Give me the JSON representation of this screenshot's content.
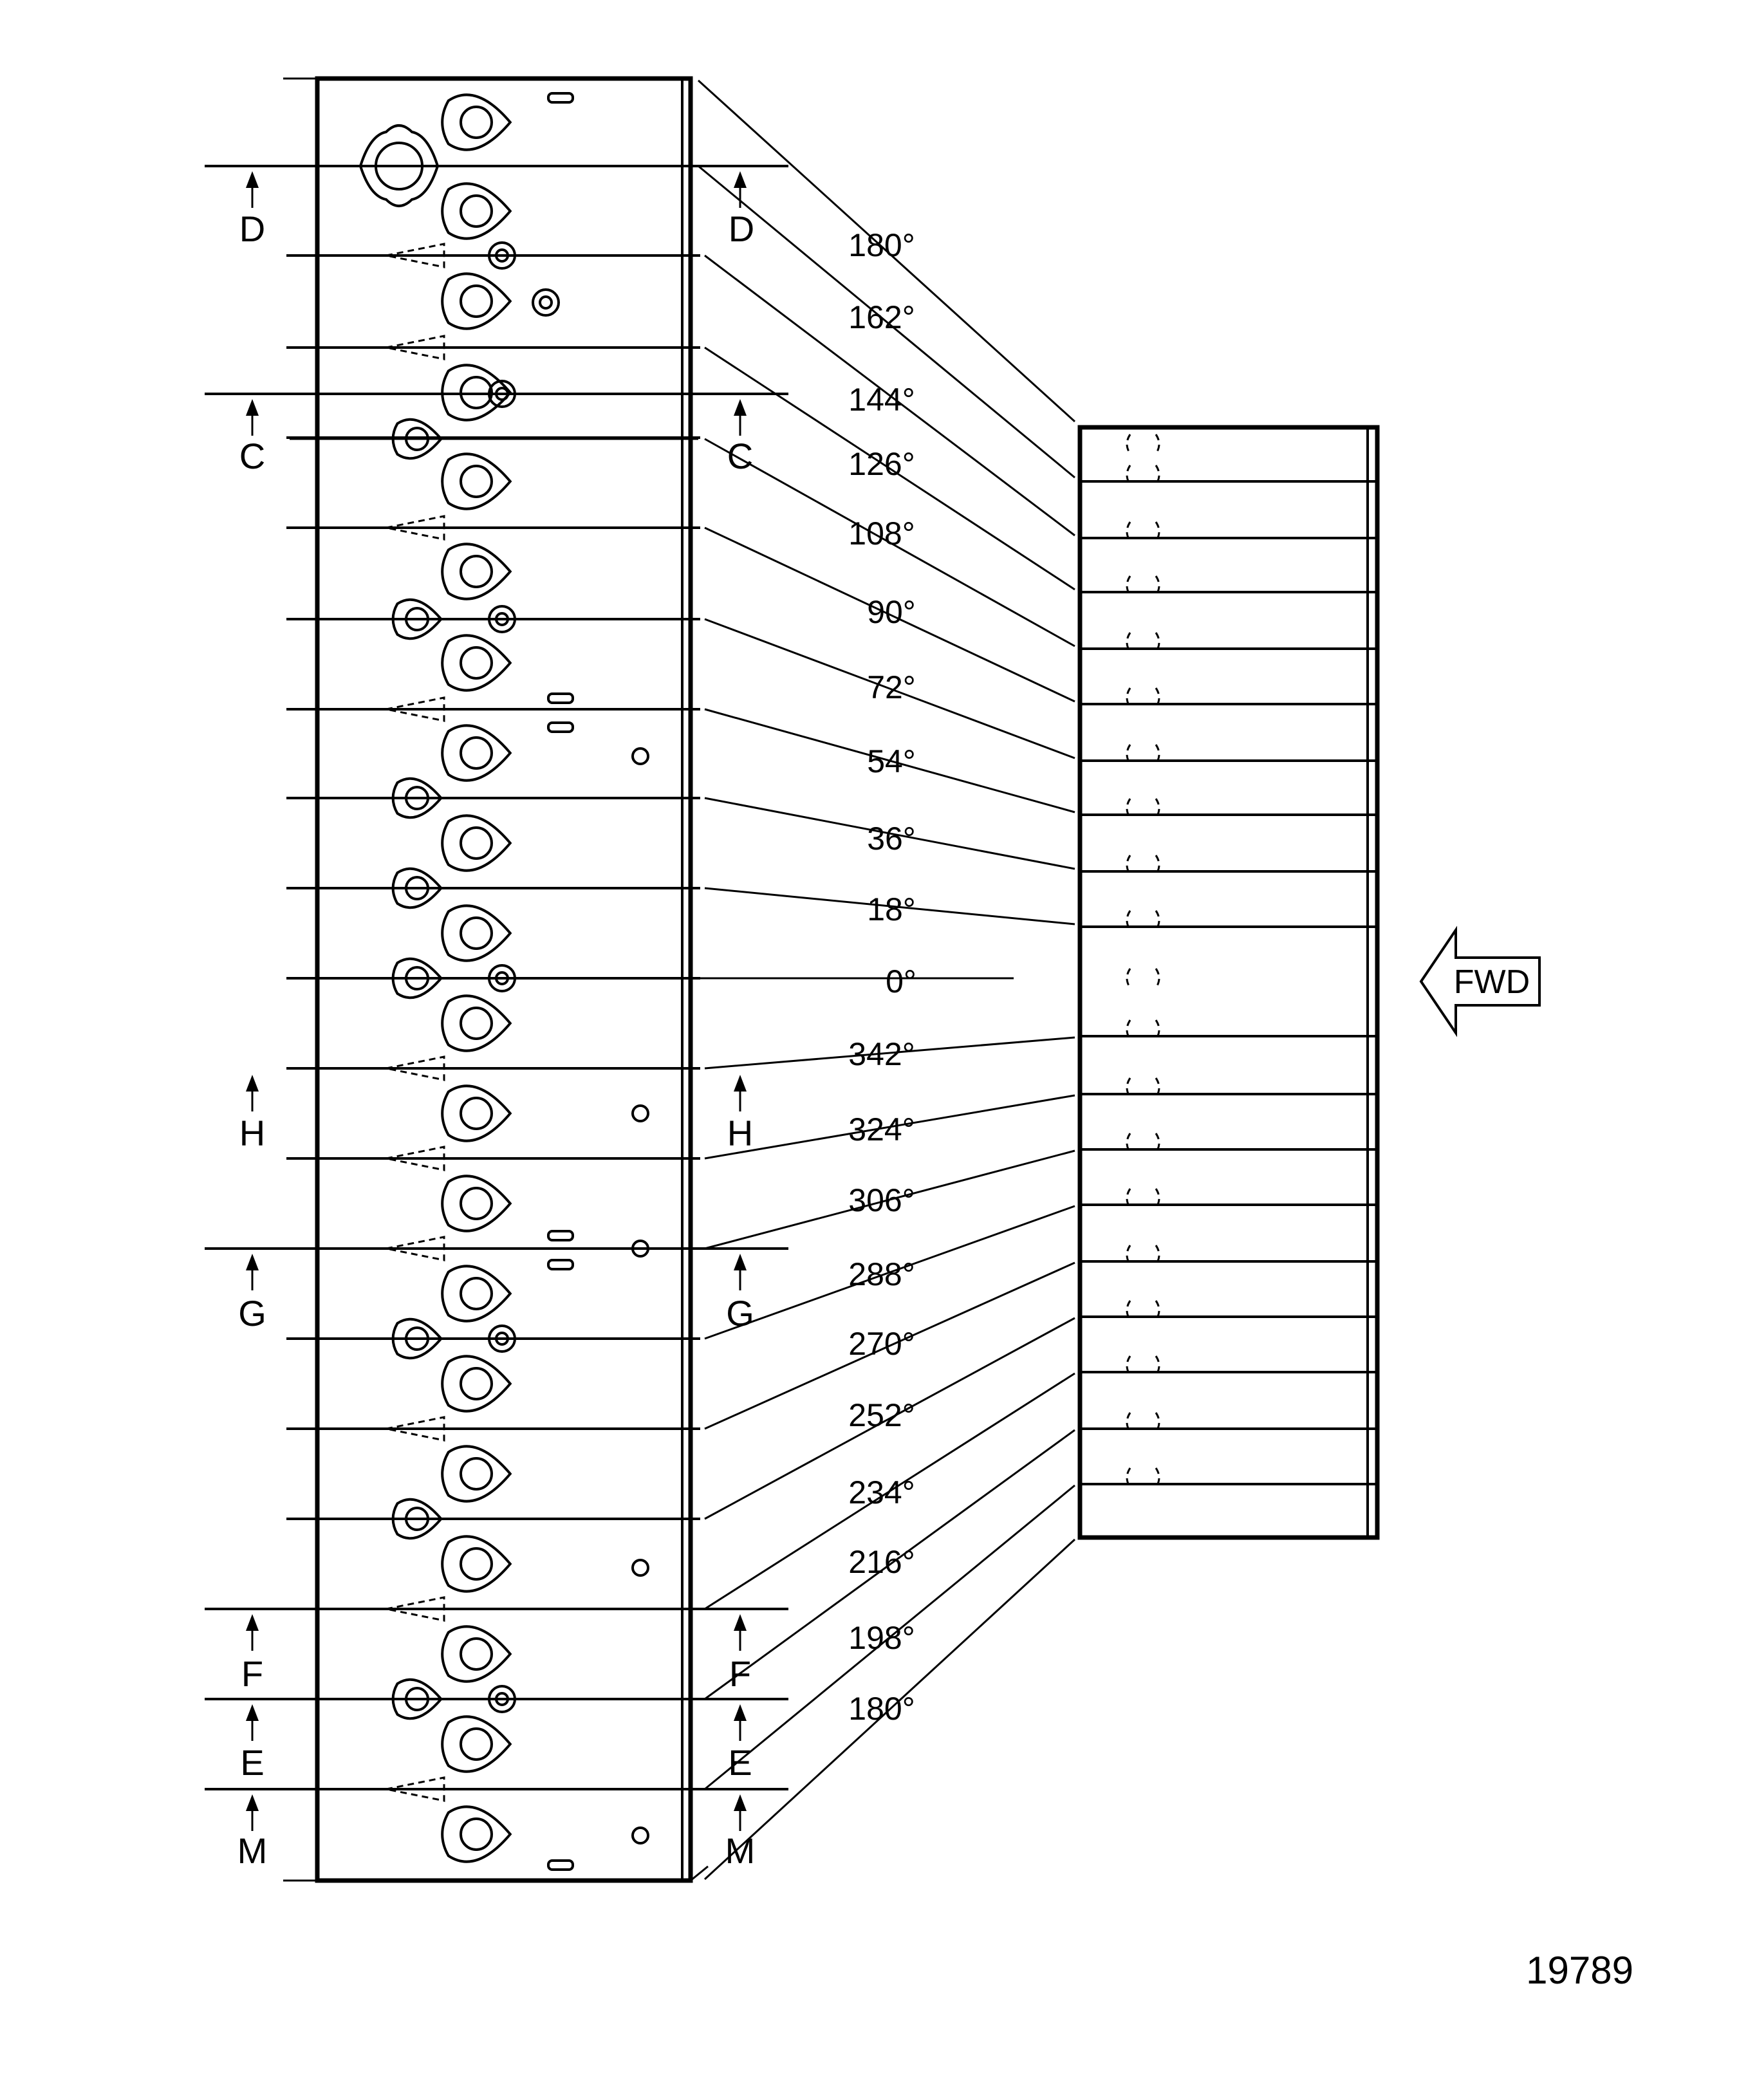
{
  "angle_labels": [
    "180°",
    "162°",
    "144°",
    "126°",
    "108°",
    "90°",
    "72°",
    "54°",
    "36°",
    "18°",
    "0°",
    "342°",
    "324°",
    "306°",
    "288°",
    "270°",
    "252°",
    "234°",
    "216°",
    "198°",
    "180°"
  ],
  "section_labels": [
    "D",
    "C",
    "H",
    "G",
    "F",
    "E",
    "M"
  ],
  "forward_label": "FWD",
  "figure_number": "19789",
  "icons": {
    "forward_arrow": "forward-arrow-icon",
    "section_arrow": "section-arrow-icon"
  }
}
